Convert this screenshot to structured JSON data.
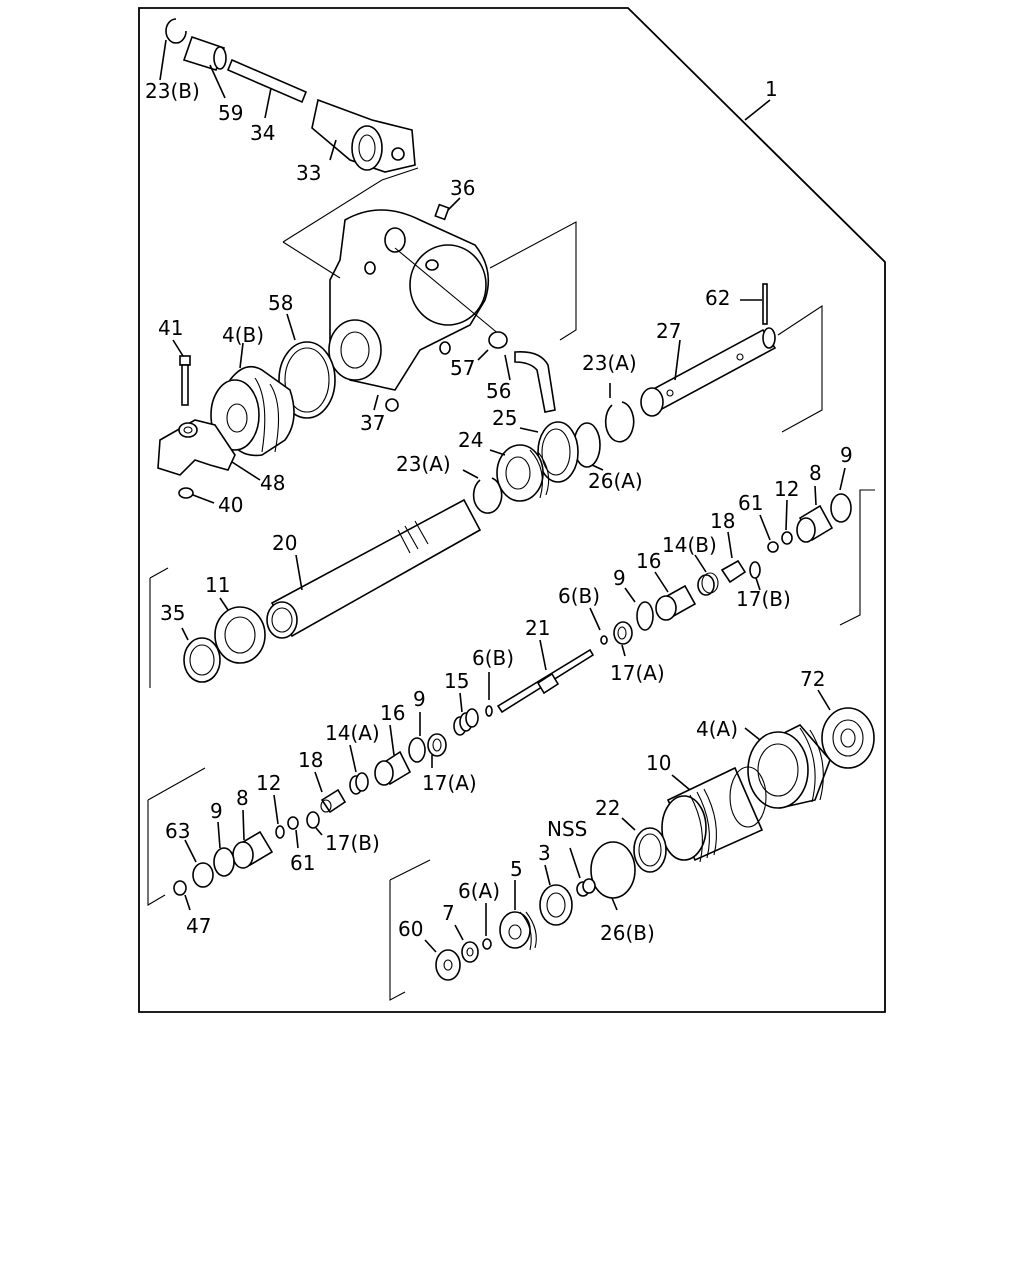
{
  "callouts": {
    "c1": "1",
    "c23b": "23(B)",
    "c59": "59",
    "c34": "34",
    "c33": "33",
    "c36": "36",
    "c58": "58",
    "c41": "41",
    "c4b": "4(B)",
    "c62": "62",
    "c27": "27",
    "c57": "57",
    "c56": "56",
    "c37": "37",
    "c23a_top": "23(A)",
    "c25": "25",
    "c24": "24",
    "c23a_mid": "23(A)",
    "c26a": "26(A)",
    "c48": "48",
    "c40": "40",
    "c9_r": "9",
    "c8_r": "8",
    "c12_r": "12",
    "c61_r": "61",
    "c18_r": "18",
    "c14b": "14(B)",
    "c16_r": "16",
    "c9_m": "9",
    "c17b_r": "17(B)",
    "c6b_r": "6(B)",
    "c17a_r": "17(A)",
    "c20": "20",
    "c11": "11",
    "c35": "35",
    "c21": "21",
    "c6b_m": "6(B)",
    "c15": "15",
    "c9_c": "9",
    "c16_c": "16",
    "c14a": "14(A)",
    "c17a_c": "17(A)",
    "c72": "72",
    "c4a": "4(A)",
    "c10": "10",
    "c18_l": "18",
    "c12_l": "12",
    "c9_l": "9",
    "c8_l": "8",
    "c63": "63",
    "c61_l": "61",
    "c17b_l": "17(B)",
    "c47": "47",
    "c22": "22",
    "cnss": "NSS",
    "c3": "3",
    "c5": "5",
    "c6a": "6(A)",
    "c7": "7",
    "c60": "60",
    "c26b": "26(B)"
  }
}
